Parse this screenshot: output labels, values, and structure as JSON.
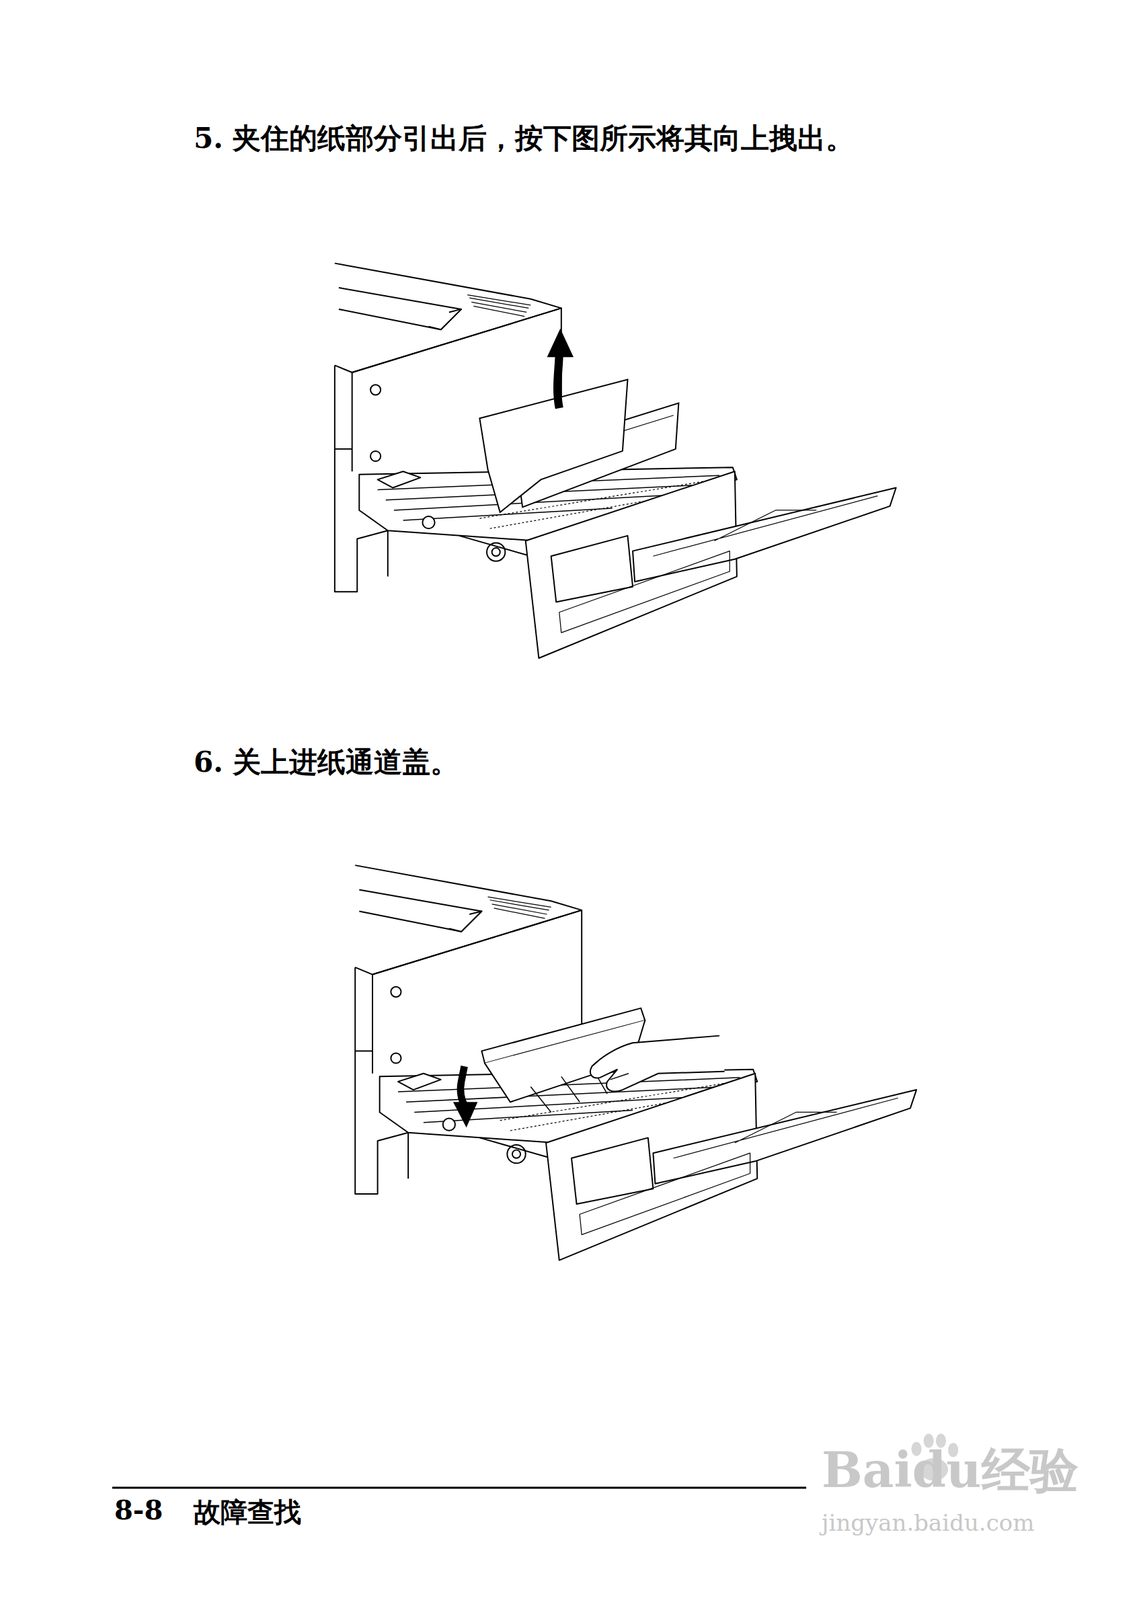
{
  "diagram": {
    "labels": [
      "5. 夹住的纸部分引出后，按下图所示将其向上拽出。",
      "6. 关上进纸通道盖。",
      "8-8",
      "故障查找",
      "Baidu经验",
      "jingyan.baidu.com"
    ]
  }
}
